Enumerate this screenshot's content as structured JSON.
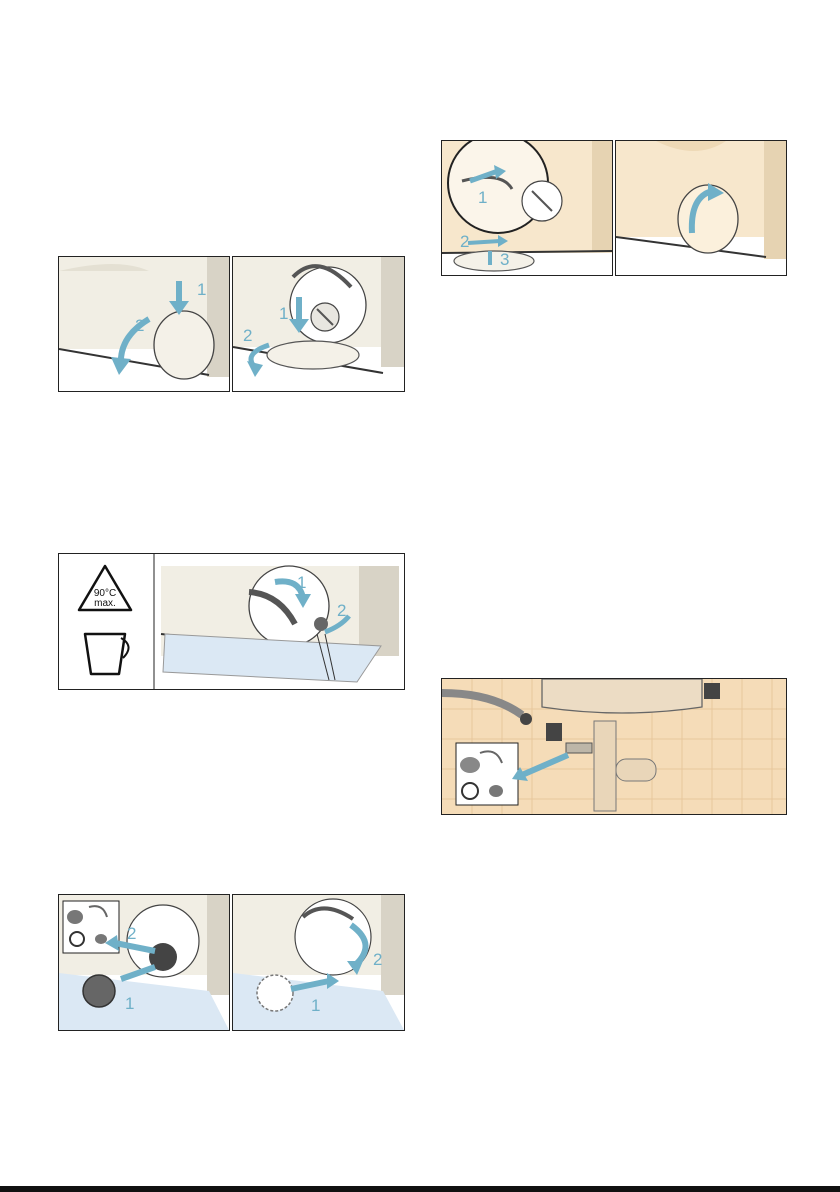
{
  "figures": {
    "fig1": {
      "steps": [
        "1",
        "2"
      ]
    },
    "fig2": {
      "steps": [
        "1",
        "2"
      ]
    },
    "fig3": {
      "steps": [
        "1",
        "2",
        "3"
      ]
    },
    "fig5": {
      "temp_symbol": "90°C",
      "temp_max": "max.",
      "steps": [
        "1",
        "2"
      ]
    },
    "fig7": {
      "steps": [
        "2",
        "1"
      ]
    },
    "fig8": {
      "steps": [
        "1",
        "2"
      ]
    }
  },
  "colors": {
    "arrow": "#6fb0c8",
    "machine": "#f1eee4",
    "machine_warm": "#f7e7cc",
    "floor": "#dbe8f4",
    "tile": "#f5dcb8"
  }
}
